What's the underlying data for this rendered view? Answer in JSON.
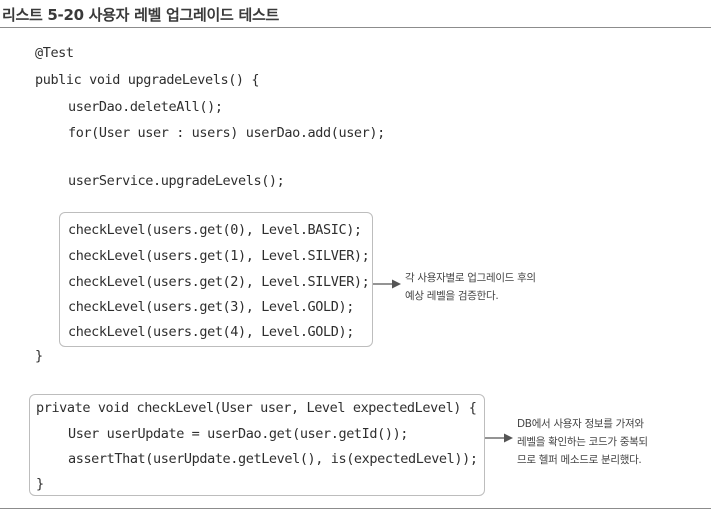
{
  "title": "리스트 5-20 사용자 레벨 업그레이드 테스트",
  "code": {
    "annotation": "@Test",
    "method_sig": "public void upgradeLevels() {",
    "delete_all": "userDao.deleteAll();",
    "for_add": "for(User user : users) userDao.add(user);",
    "upgrade_call": "userService.upgradeLevels();",
    "checks": [
      "checkLevel(users.get(0), Level.BASIC);",
      "checkLevel(users.get(1), Level.SILVER);",
      "checkLevel(users.get(2), Level.SILVER);",
      "checkLevel(users.get(3), Level.GOLD);",
      "checkLevel(users.get(4), Level.GOLD);"
    ],
    "close_brace_1": "}",
    "helper_sig": "private void checkLevel(User user, Level expectedLevel) {",
    "helper_line1": "User userUpdate = userDao.get(user.getId());",
    "helper_line2": "assertThat(userUpdate.getLevel(), is(expectedLevel));",
    "close_brace_2": "}"
  },
  "notes": {
    "note1": [
      "각 사용자별로 업그레이드 후의",
      "예상 레벨을 검증한다."
    ],
    "note2": [
      "DB에서 사용자 정보를 가져와",
      "레벨을 확인하는 코드가 중복되",
      "므로 헬퍼 메소드로 분리했다."
    ]
  }
}
